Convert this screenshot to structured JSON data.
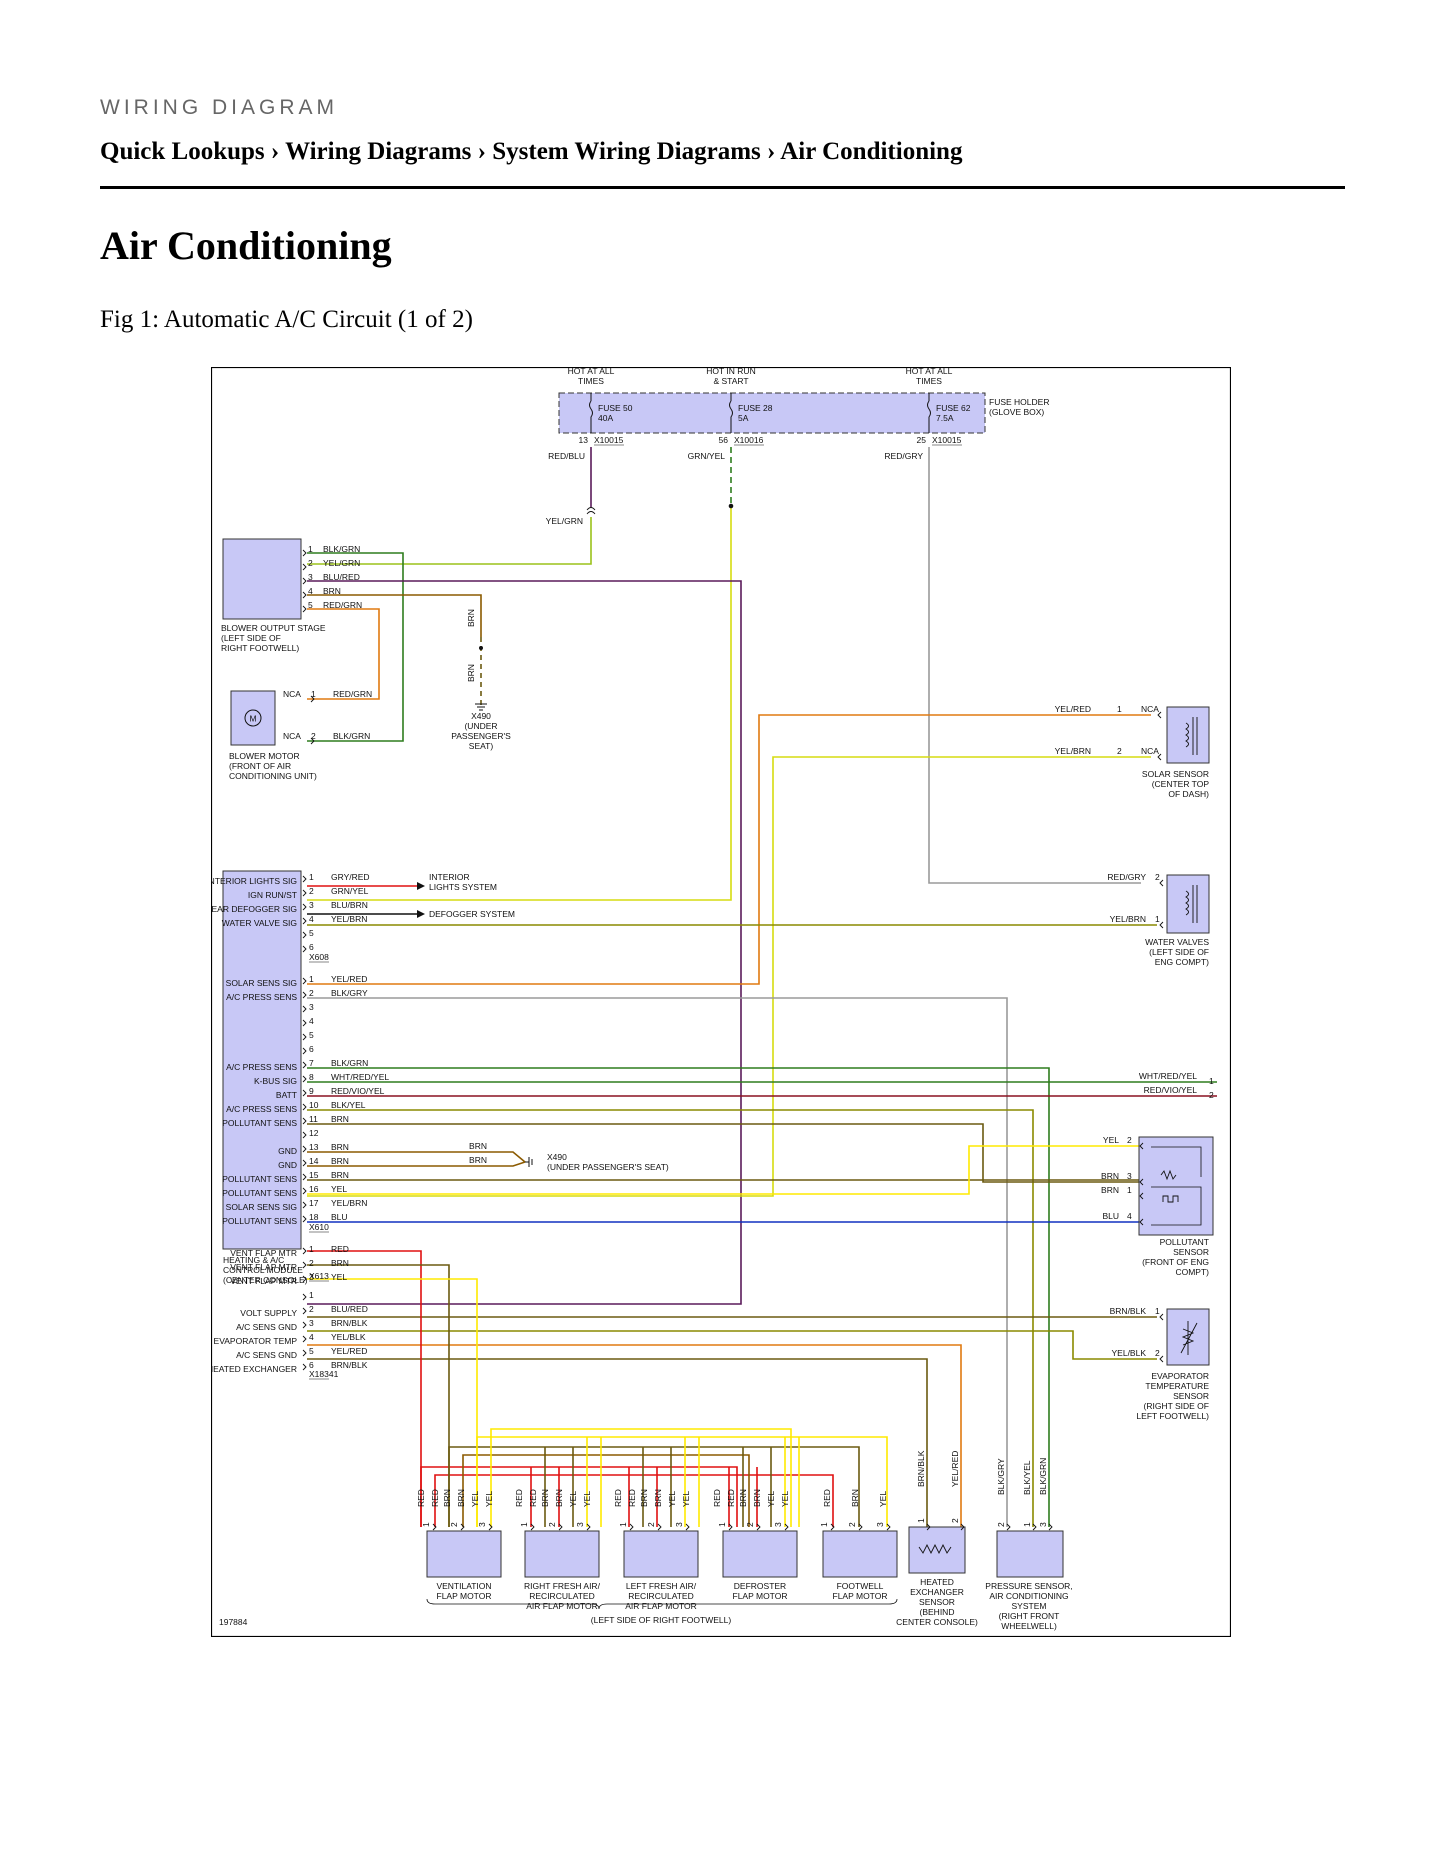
{
  "header": {
    "kicker": "WIRING DIAGRAM",
    "breadcrumb": [
      "Quick Lookups",
      "Wiring Diagrams",
      "System Wiring Diagrams",
      "Air Conditioning"
    ],
    "separator": "›"
  },
  "page_title": "Air Conditioning",
  "figure_caption": "Fig 1: Automatic A/C Circuit (1 of 2)",
  "diagram": {
    "figure_id": "197884",
    "fuse_holder": {
      "label1": "FUSE HOLDER",
      "label2": "(GLOVE BOX)"
    },
    "fuses": [
      {
        "top1": "HOT AT ALL",
        "top2": "TIMES",
        "name": "FUSE 50",
        "rating": "40A",
        "pin": "13",
        "conn": "X10015",
        "wire": "RED/BLU"
      },
      {
        "top1": "HOT IN RUN",
        "top2": "& START",
        "name": "FUSE 28",
        "rating": "5A",
        "pin": "56",
        "conn": "X10016",
        "wire": "GRN/YEL"
      },
      {
        "top1": "HOT AT ALL",
        "top2": "TIMES",
        "name": "FUSE 62",
        "rating": "7.5A",
        "pin": "25",
        "conn": "X10015",
        "wire": "RED/GRY"
      }
    ],
    "splice_wire": "YEL/GRN",
    "blower_stage": {
      "pins": [
        {
          "n": "1",
          "wire": "BLK/GRN"
        },
        {
          "n": "2",
          "wire": "YEL/GRN"
        },
        {
          "n": "3",
          "wire": "BLU/RED"
        },
        {
          "n": "4",
          "wire": "BRN"
        },
        {
          "n": "5",
          "wire": "RED/GRN"
        }
      ],
      "label": [
        "BLOWER OUTPUT STAGE",
        "(LEFT SIDE OF",
        "RIGHT FOOTWELL)"
      ]
    },
    "ground_brn": "BRN",
    "ground_x490": [
      "X490",
      "(UNDER",
      "PASSENGER'S",
      "SEAT)"
    ],
    "blower_motor": {
      "symbol": "M",
      "pins": [
        {
          "nca": "NCA",
          "n": "1",
          "wire": "RED/GRN"
        },
        {
          "nca": "NCA",
          "n": "2",
          "wire": "BLK/GRN"
        }
      ],
      "label": [
        "BLOWER MOTOR",
        "(FRONT OF AIR",
        "CONDITIONING UNIT)"
      ]
    },
    "solar_sensor": {
      "pins": [
        {
          "wire": "YEL/RED",
          "n": "1",
          "nca": "NCA"
        },
        {
          "wire": "YEL/BRN",
          "n": "2",
          "nca": "NCA"
        }
      ],
      "label": [
        "SOLAR SENSOR",
        "(CENTER TOP",
        "OF DASH)"
      ]
    },
    "water_valves": {
      "pins": [
        {
          "wire": "RED/GRY",
          "n": "2"
        },
        {
          "wire": "YEL/BRN",
          "n": "1"
        }
      ],
      "label": [
        "WATER VALVES",
        "(LEFT SIDE OF",
        "ENG COMPT)"
      ]
    },
    "module": {
      "label": [
        "HEATING & A/C",
        "CONTROL MODULE",
        "(CENTER CONSOLE)"
      ],
      "connectors": [
        {
          "id": "X608",
          "pins": [
            {
              "n": "1",
              "sig": "INTERIOR LIGHTS SIG",
              "wire": "GRY/RED"
            },
            {
              "n": "2",
              "sig": "IGN RUN/ST",
              "wire": "GRN/YEL"
            },
            {
              "n": "3",
              "sig": "REAR DEFOGGER SIG",
              "wire": "BLU/BRN"
            },
            {
              "n": "4",
              "sig": "WATER VALVE SIG",
              "wire": "YEL/BRN"
            },
            {
              "n": "5",
              "sig": "",
              "wire": ""
            },
            {
              "n": "6",
              "sig": "",
              "wire": ""
            }
          ]
        },
        {
          "id": "X610",
          "pins": [
            {
              "n": "1",
              "sig": "SOLAR SENS SIG",
              "wire": "YEL/RED"
            },
            {
              "n": "2",
              "sig": "A/C PRESS SENS",
              "wire": "BLK/GRY"
            },
            {
              "n": "3",
              "sig": "",
              "wire": ""
            },
            {
              "n": "4",
              "sig": "",
              "wire": ""
            },
            {
              "n": "5",
              "sig": "",
              "wire": ""
            },
            {
              "n": "6",
              "sig": "",
              "wire": ""
            },
            {
              "n": "7",
              "sig": "A/C PRESS SENS",
              "wire": "BLK/GRN"
            },
            {
              "n": "8",
              "sig": "K-BUS SIG",
              "wire": "WHT/RED/YEL"
            },
            {
              "n": "9",
              "sig": "BATT",
              "wire": "RED/VIO/YEL"
            },
            {
              "n": "10",
              "sig": "A/C PRESS SENS",
              "wire": "BLK/YEL"
            },
            {
              "n": "11",
              "sig": "POLLUTANT SENS",
              "wire": "BRN"
            },
            {
              "n": "12",
              "sig": "",
              "wire": ""
            },
            {
              "n": "13",
              "sig": "GND",
              "wire": "BRN"
            },
            {
              "n": "14",
              "sig": "GND",
              "wire": "BRN"
            },
            {
              "n": "15",
              "sig": "POLLUTANT SENS",
              "wire": "BRN"
            },
            {
              "n": "16",
              "sig": "POLLUTANT SENS",
              "wire": "YEL"
            },
            {
              "n": "17",
              "sig": "SOLAR SENS SIG",
              "wire": "YEL/BRN"
            },
            {
              "n": "18",
              "sig": "POLLUTANT SENS",
              "wire": "BLU"
            }
          ]
        },
        {
          "id": "X613",
          "pins": [
            {
              "n": "1",
              "sig": "VENT FLAP MTR",
              "wire": "RED"
            },
            {
              "n": "2",
              "sig": "VENT FLAP MTR",
              "wire": "BRN"
            },
            {
              "n": "3",
              "sig": "VENT FLAP MTR",
              "wire": "YEL"
            }
          ]
        },
        {
          "id": "X18341",
          "pins": [
            {
              "n": "1",
              "sig": "",
              "wire": ""
            },
            {
              "n": "2",
              "sig": "VOLT SUPPLY",
              "wire": "BLU/RED"
            },
            {
              "n": "3",
              "sig": "A/C SENS GND",
              "wire": "BRN/BLK"
            },
            {
              "n": "4",
              "sig": "EVAPORATOR TEMP",
              "wire": "YEL/BLK"
            },
            {
              "n": "5",
              "sig": "A/C SENS GND",
              "wire": "YEL/RED"
            },
            {
              "n": "6",
              "sig": "HEATED EXCHANGER",
              "wire": "BRN/BLK"
            }
          ]
        }
      ]
    },
    "interior_lights_text": [
      "INTERIOR",
      "LIGHTS SYSTEM"
    ],
    "defogger_text": "DEFOGGER SYSTEM",
    "kbus": [
      {
        "wire": "WHT/RED/YEL",
        "n": "1"
      },
      {
        "wire": "RED/VIO/YEL",
        "n": "2"
      }
    ],
    "gnd_brn_label": "BRN",
    "gnd_x490_label": [
      "X490",
      "(UNDER PASSENGER'S SEAT)"
    ],
    "pollutant": {
      "pins": [
        {
          "wire": "YEL",
          "n": "2"
        },
        {
          "wire": "BRN",
          "n": "3"
        },
        {
          "wire": "BRN",
          "n": "1"
        },
        {
          "wire": "BLU",
          "n": "4"
        }
      ],
      "label": [
        "POLLUTANT",
        "SENSOR",
        "(FRONT OF ENG",
        "COMPT)"
      ]
    },
    "evaporator": {
      "pins": [
        {
          "wire": "BRN/BLK",
          "n": "1"
        },
        {
          "wire": "YEL/BLK",
          "n": "2"
        }
      ],
      "label": [
        "EVAPORATOR",
        "TEMPERATURE",
        "SENSOR",
        "(RIGHT SIDE OF",
        "LEFT FOOTWELL)"
      ]
    },
    "flap_wires": [
      "RED",
      "RED",
      "BRN",
      "BRN",
      "YEL",
      "YEL"
    ],
    "flap_pins": [
      "1",
      "2",
      "3"
    ],
    "footwell_wires": [
      "RED",
      "BRN",
      "YEL"
    ],
    "flap_motors": [
      {
        "label": [
          "VENTILATION",
          "FLAP MOTOR"
        ]
      },
      {
        "label": [
          "RIGHT FRESH AIR/",
          "RECIRCULATED",
          "AIR FLAP MOTOR"
        ]
      },
      {
        "label": [
          "LEFT FRESH AIR/",
          "RECIRCULATED",
          "AIR FLAP MOTOR"
        ]
      },
      {
        "label": [
          "DEFROSTER",
          "FLAP MOTOR"
        ]
      },
      {
        "label": [
          "FOOTWELL",
          "FLAP MOTOR"
        ]
      }
    ],
    "footwell_note": "(LEFT SIDE OF RIGHT FOOTWELL)",
    "heated_exchanger": {
      "pins": [
        {
          "n": "1",
          "wire": "BRN/BLK"
        },
        {
          "n": "2",
          "wire": "YEL/RED"
        }
      ],
      "label": [
        "HEATED",
        "EXCHANGER",
        "SENSOR",
        "(BEHIND",
        "CENTER CONSOLE)"
      ]
    },
    "pressure_sensor": {
      "pins": [
        {
          "n": "2",
          "wire": "BLK/GRY"
        },
        {
          "n": "1",
          "wire": "BLK/YEL"
        },
        {
          "n": "3",
          "wire": "BLK/GRN"
        }
      ],
      "label": [
        "PRESSURE SENSOR,",
        "AIR CONDITIONING",
        "SYSTEM",
        "(RIGHT FRONT",
        "WHEELWELL)"
      ]
    }
  }
}
